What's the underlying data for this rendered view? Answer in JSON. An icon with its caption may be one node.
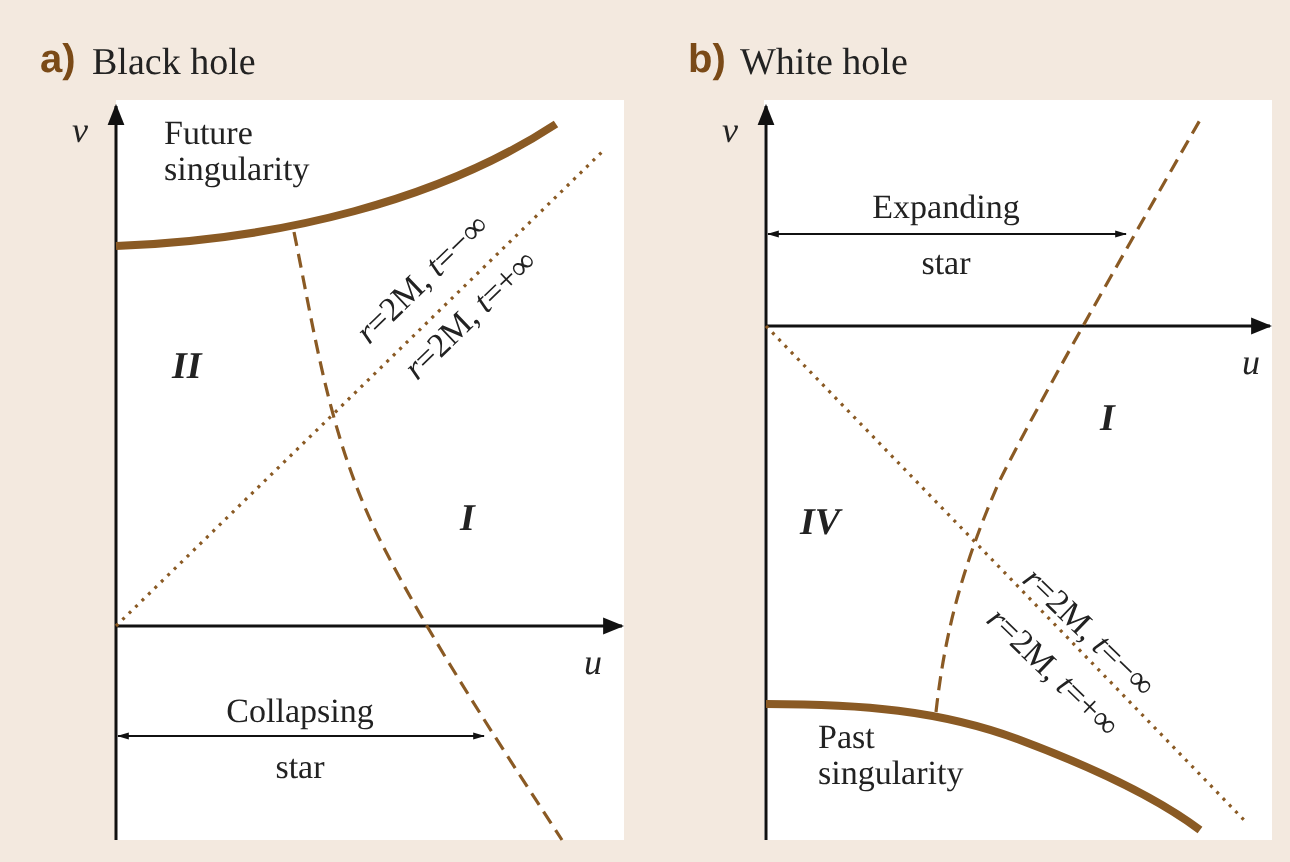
{
  "diagram": {
    "nodes": [
      {
        "text": [
          "a)",
          "Black hole"
        ]
      },
      {
        "text": [
          "b)",
          "White hole"
        ]
      }
    ],
    "labels": [
      "v",
      "Future singularity",
      "*r*=2M, *t*=−∞",
      "*r*=2M, *t*=+∞",
      "II",
      "I",
      "u",
      "Collapsing star",
      "v",
      "Expanding star",
      "u",
      "I",
      "IV",
      "*r*=2M, *t*=−∞",
      "*r*=2M, *t*=+∞",
      "Past singularity"
    ]
  }
}
